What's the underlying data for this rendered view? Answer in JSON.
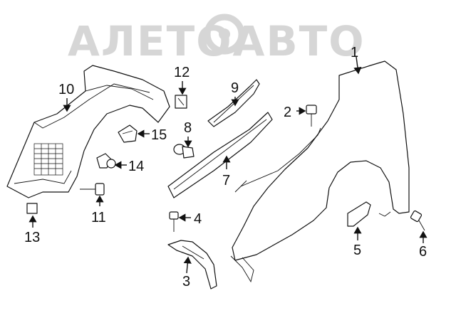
{
  "watermark": {
    "text": "АЛЕТОАВТО",
    "color": "#d6d6d6"
  },
  "callouts": {
    "c1": "1",
    "c2": "2",
    "c3": "3",
    "c4": "4",
    "c5": "5",
    "c6": "6",
    "c7": "7",
    "c8": "8",
    "c9": "9",
    "c10": "10",
    "c11": "11",
    "c12": "12",
    "c13": "13",
    "c14": "14",
    "c15": "15"
  }
}
